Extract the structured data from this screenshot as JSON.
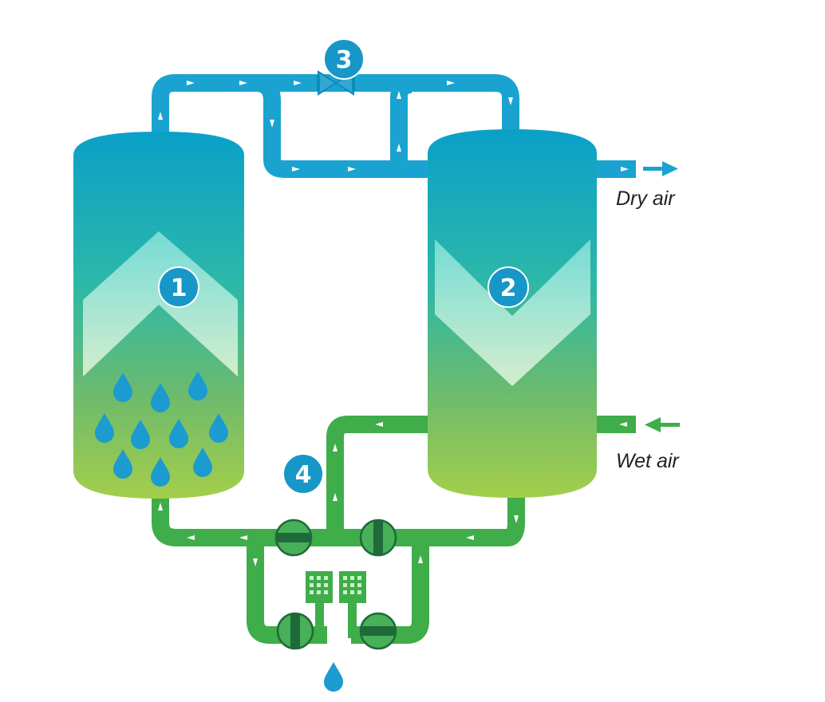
{
  "labels": {
    "dry_air": "Dry air",
    "wet_air": "Wet air"
  },
  "callouts": [
    "1",
    "2",
    "3",
    "4"
  ],
  "colors": {
    "pipe_blue": "#1aa3d0",
    "pipe_green": "#3fad49",
    "tank_top": "#0aa0c8",
    "tank_mid": "#2eb9a5",
    "tank_bottom": "#9ccc4e",
    "callout_fill": "#1797c7",
    "droplet": "#1b9bd0",
    "valve_dark": "#1e6a3a",
    "valve_light": "#48b058"
  },
  "icons": [
    "droplet-icon",
    "valve-icon",
    "muffler-icon",
    "arrow-right-icon",
    "arrow-left-icon"
  ]
}
